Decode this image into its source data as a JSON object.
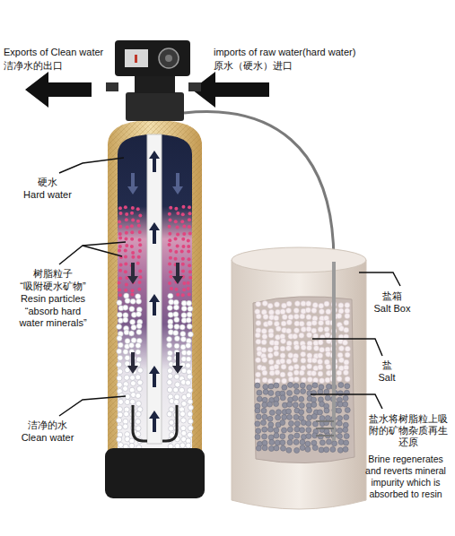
{
  "diagram": {
    "labels": [
      "Exports of Clean water",
      "洁净水的出口",
      "imports of raw water(hard water)",
      "原水（硬水）进口",
      "硬水",
      "Hard water",
      "树脂粒子",
      "“吸附硬水矿物”",
      "Resin particles",
      "“absorb hard water minerals”",
      "洁净的水",
      "Clean water",
      "盐箱",
      "Salt Box",
      "盐",
      "Salt",
      "盐水将树脂粒上吸附的矿物杂质再生还原",
      "Brine regenerates and reverts mineral impurity which is absorbed to resin"
    ]
  }
}
